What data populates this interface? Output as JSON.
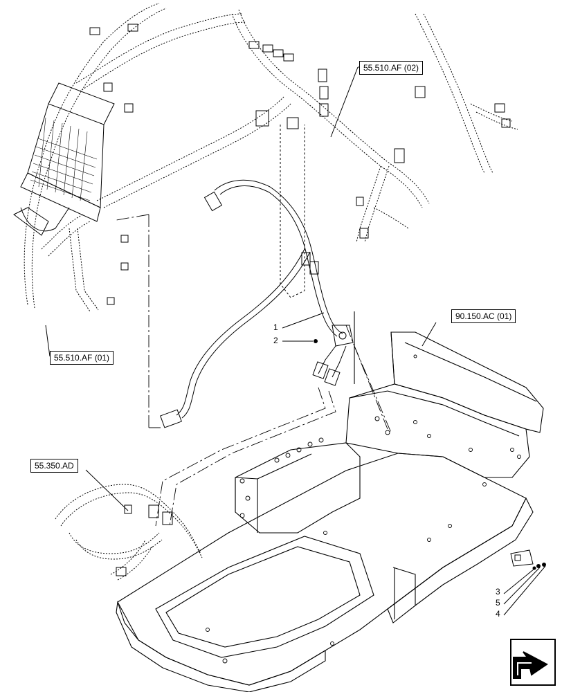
{
  "references": {
    "ref_af02": "55.510.AF (02)",
    "ref_af01": "55.510.AF (01)",
    "ref_ac01": "90.150.AC (01)",
    "ref_ad": "55.350.AD"
  },
  "callouts": {
    "c1": "1",
    "c2": "2",
    "c3": "3",
    "c4": "4",
    "c5": "5"
  },
  "icons": {
    "navigation": "arrow-box-icon"
  }
}
